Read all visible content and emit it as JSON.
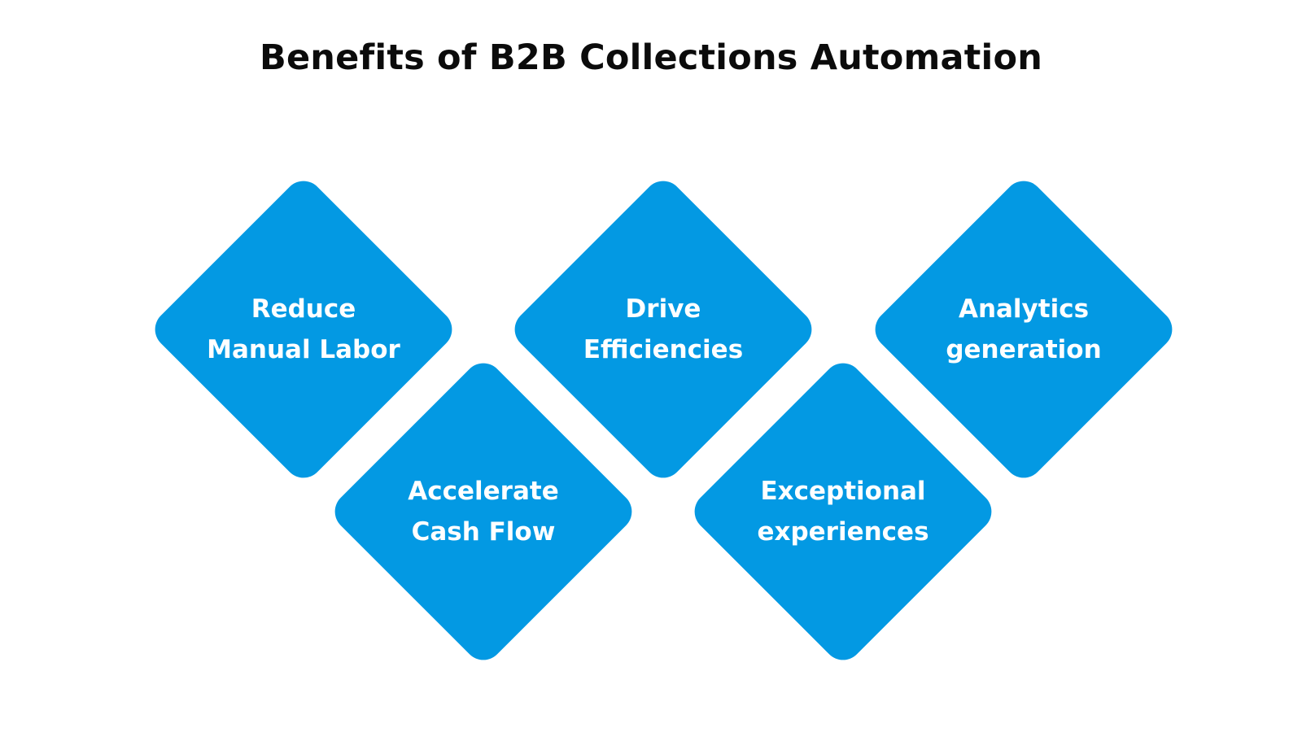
{
  "title": "Benefits of B2B Collections Automation",
  "colors": {
    "diamond_fill": "#0399e3",
    "title_text": "#0b0b0b",
    "label_text": "#ffffff",
    "background": "#ffffff"
  },
  "benefits": [
    {
      "line1": "Reduce",
      "line2": "Manual Labor"
    },
    {
      "line1": "Drive",
      "line2": "Efficiencies"
    },
    {
      "line1": "Analytics",
      "line2": "generation"
    },
    {
      "line1": "Accelerate",
      "line2": "Cash Flow"
    },
    {
      "line1": "Exceptional",
      "line2": "experiences"
    }
  ]
}
